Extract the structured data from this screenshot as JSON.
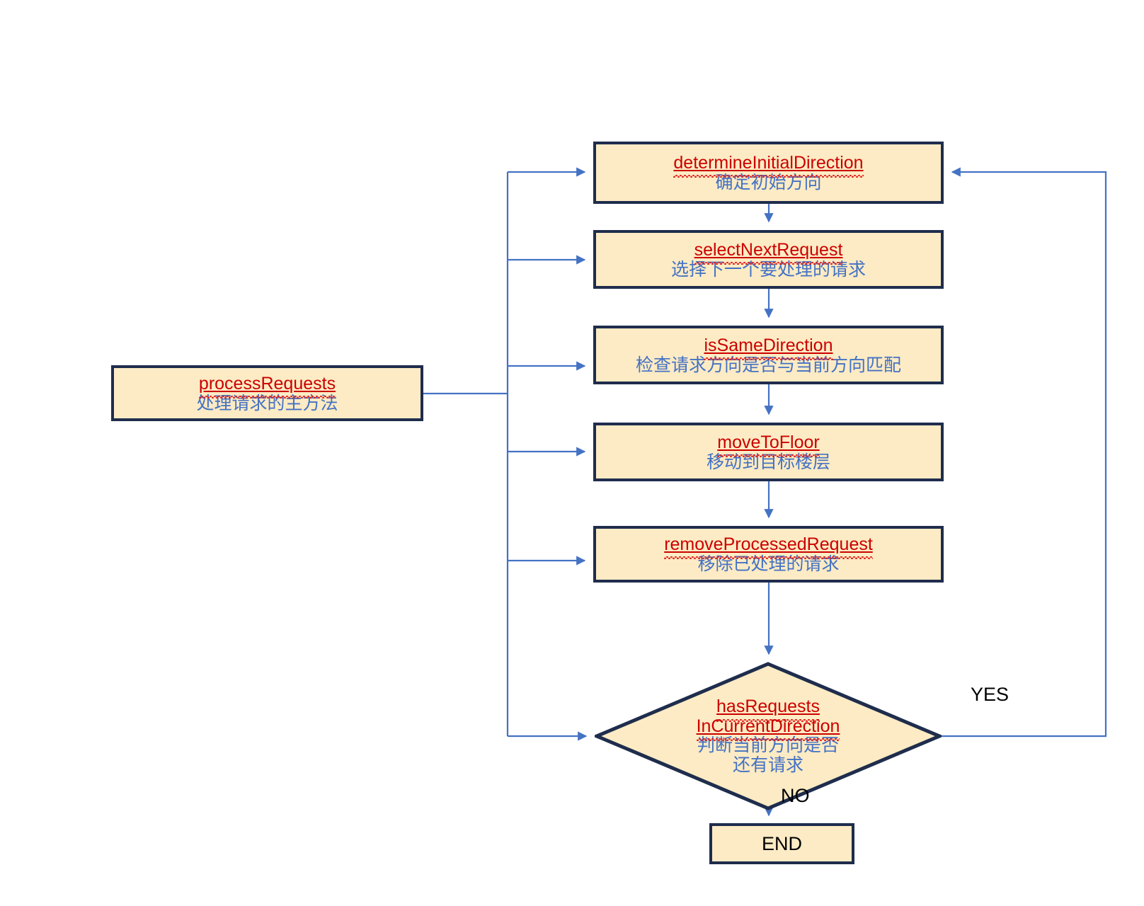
{
  "diagram": {
    "title": "Elevator SCAN request processing flowchart",
    "colors": {
      "node_fill": "#fcebc4",
      "node_border": "#1f2d4d",
      "fn_name": "#cc0000",
      "fn_desc": "#4472c4",
      "edge": "#4472c4",
      "label_text": "#000000",
      "background": "#ffffff"
    },
    "nodes": {
      "process_requests": {
        "name": "processRequests",
        "desc": "处理请求的主方法"
      },
      "determine_initial_direction": {
        "name": "determineInitialDirection",
        "desc": "确定初始方向"
      },
      "select_next_request": {
        "name": "selectNextRequest",
        "desc": "选择下一个要处理的请求"
      },
      "is_same_direction": {
        "name": "isSameDirection",
        "desc": "检查请求方向是否与当前方向匹配"
      },
      "move_to_floor": {
        "name": "moveToFloor",
        "desc": "移动到目标楼层"
      },
      "remove_processed_request": {
        "name": "removeProcessedRequest",
        "desc": "移除已处理的请求"
      },
      "decision": {
        "name_line1": "hasRequests",
        "name_line2": "InCurrentDirection",
        "desc_line1": "判断当前方向是否",
        "desc_line2": "还有请求"
      },
      "end": {
        "label": "END"
      }
    },
    "edge_labels": {
      "yes": "YES",
      "no": "NO"
    }
  }
}
